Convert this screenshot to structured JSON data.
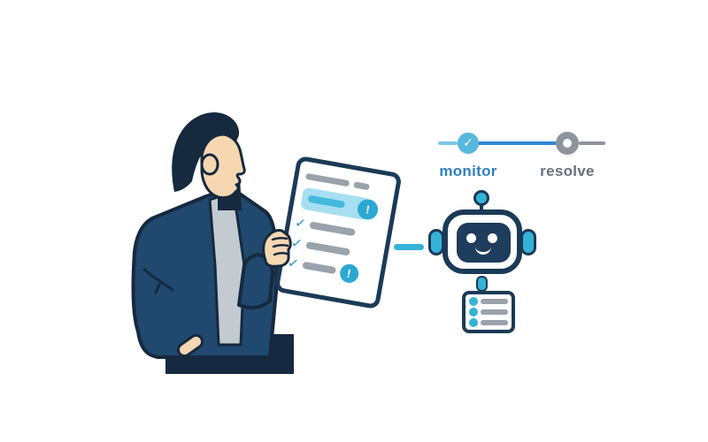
{
  "scene": {
    "title": "Man reviewing a monitoring checklist connected to an AI assistant bot",
    "background": "#ffffff"
  },
  "palette": {
    "bg": "#ffffff",
    "outline": "#16293e",
    "outline2": "#1b3a57",
    "navy": "#1e3c5c",
    "hair": "#16293e",
    "jacket": "#21486e",
    "pants": "#152a40",
    "shirt": "#c3cad0",
    "skin": "#f7d7b2",
    "teal": "#35b2d8",
    "light_blue": "#a6dff1",
    "highlight_bar": "#43b9dc",
    "badge_teal": "#2aa8d2",
    "check_blue": "#2196c9",
    "blue": "#2e86d4",
    "stub_blue": "#79c7e8",
    "node_blue": "#56b8dd",
    "node_gray": "#8e949c",
    "gray": "#9aa2ab",
    "label_blue": "#2d7fc1",
    "label_gray": "#68707c"
  },
  "glyphs": {
    "check": "✓",
    "alert": "!"
  },
  "workflow": {
    "steps": [
      {
        "label": "monitor",
        "state": "done",
        "node": "blue-circle-with-check"
      },
      {
        "label": "resolve",
        "state": "pending",
        "node": "gray-donut"
      }
    ]
  },
  "checklist": {
    "title_bars": 2,
    "rows": [
      {
        "type": "highlight",
        "alert": true
      },
      {
        "type": "checked"
      },
      {
        "type": "checked"
      },
      {
        "type": "checked",
        "alert": true
      }
    ]
  },
  "bot": {
    "card_rows": 3
  }
}
